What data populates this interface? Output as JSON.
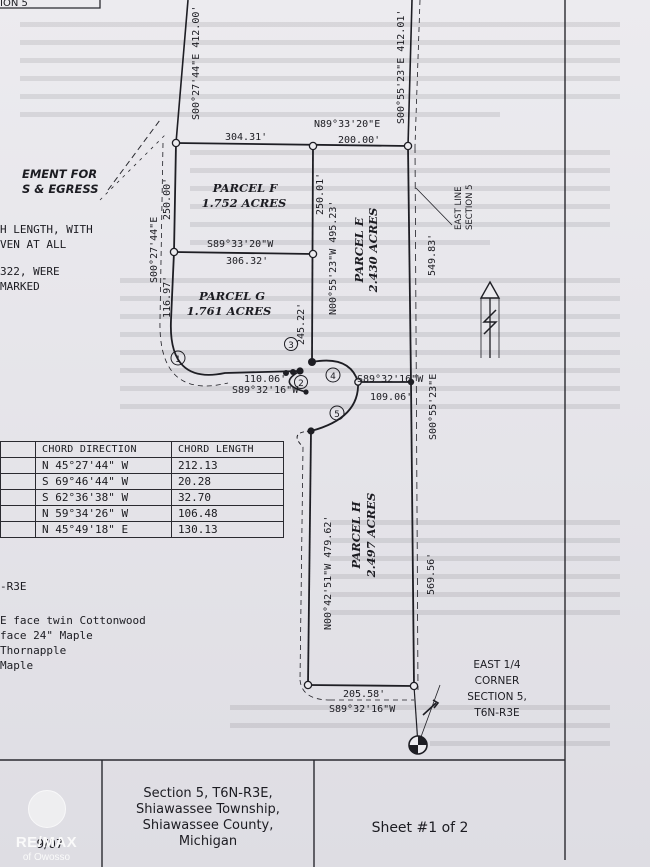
{
  "header": {
    "section_tag": "ION 5"
  },
  "left_notes": {
    "easement": [
      "EMENT FOR",
      "S & EGRESS"
    ],
    "fragments": [
      "H LENGTH, WITH",
      "VEN AT ALL",
      "322, WERE",
      "MARKED"
    ]
  },
  "parcels": [
    {
      "name": "PARCEL F",
      "acres": "1.752 ACRES"
    },
    {
      "name": "PARCEL G",
      "acres": "1.761 ACRES"
    },
    {
      "name": "PARCEL E",
      "acres": "2.430 ACRES"
    },
    {
      "name": "PARCEL H",
      "acres": "2.497 ACRES"
    }
  ],
  "bearings": {
    "top_left_line": "S00°27'44\"E  412.00'",
    "top_right_line": "S00°55'23\"E  412.01'",
    "north_line": "N89°33'20\"E",
    "dist_304": "304.31'",
    "dist_200": "200.00'",
    "f_west": "250.00'",
    "f_mid": "250.01'",
    "parcel_e_west": "N00°55'23\"W 495.23'",
    "east_line_total": "549.83'",
    "fg_line": "S89°33'20\"W",
    "fg_dist": "306.32'",
    "g_west_bearing": "S00°27'44\"E",
    "g_west_dist": "116.97'",
    "g_mid": "245.22'",
    "g_south_dist": "110.06'",
    "g_south_bearing": "S89°32'16\"W",
    "e_south_bearing": "S89°32'16\"W",
    "e_south_dist": "109.06'",
    "e_east_bearing": "S00°55'23\"E",
    "h_west": "N00°42'51\"W 479.62'",
    "h_east": "569.56'",
    "h_south_dist": "205.58'",
    "h_south_bearing": "S89°32'16\"W",
    "east_line_label": [
      "EAST LINE",
      "SECTION 5"
    ],
    "corner_label": [
      "EAST 1/4",
      "CORNER",
      "SECTION 5,",
      "T6N-R3E"
    ]
  },
  "curve_numbers": [
    "1",
    "2",
    "3",
    "4",
    "5"
  ],
  "chord_table": {
    "headers": [
      "",
      "CHORD DIRECTION",
      "CHORD LENGTH"
    ],
    "rows": [
      {
        "dir": "N 45°27'44\" W",
        "len": "212.13"
      },
      {
        "dir": "S 69°46'44\" W",
        "len": "20.28"
      },
      {
        "dir": "S 62°36'38\" W",
        "len": "32.70"
      },
      {
        "dir": "N 59°34'26\" W",
        "len": "106.48"
      },
      {
        "dir": "N 45°49'18\" E",
        "len": "130.13"
      }
    ]
  },
  "legend_notes": [
    "-R3E",
    "E face twin Cottonwood",
    "face 24\" Maple",
    "Thornapple",
    "Maple"
  ],
  "title_block": {
    "location": [
      "Section 5, T6N-R3E,",
      "Shiawassee Township,",
      "Shiawassee County,",
      "Michigan"
    ],
    "sheet": "Sheet #1 of 2",
    "left_fragment": "9/07"
  },
  "badge": {
    "brand": "RE/MAX",
    "office": "of Owosso"
  }
}
